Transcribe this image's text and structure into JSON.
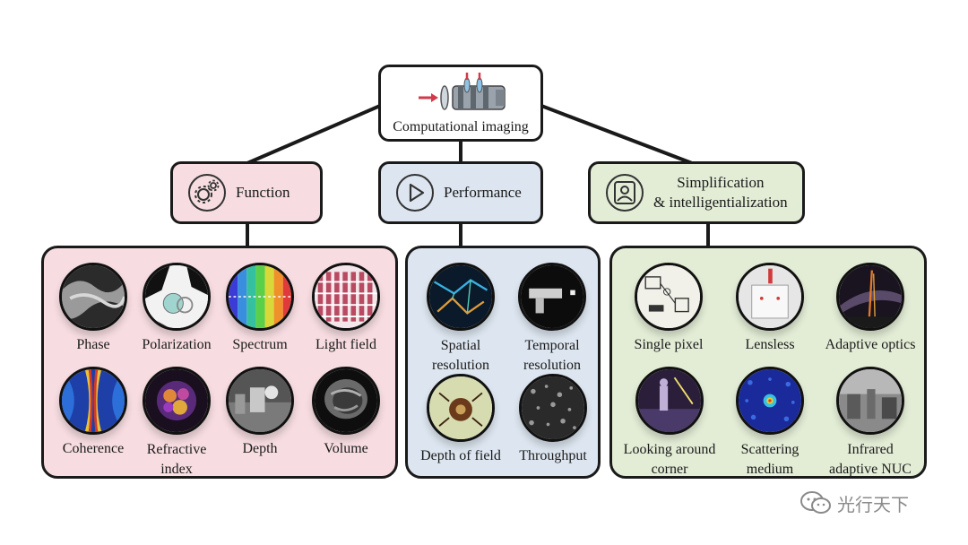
{
  "root": {
    "label": "Computational imaging",
    "icon": "camera-lens-icon"
  },
  "categories": [
    {
      "label": "Function",
      "icon": "gears-icon",
      "bg": "#f7dde1"
    },
    {
      "label": "Performance",
      "icon": "play-icon",
      "bg": "#dde6f0"
    },
    {
      "label_line1": "Simplification",
      "label_line2": "& intelligentialization",
      "icon": "user-icon",
      "bg": "#e3edd6"
    }
  ],
  "function_items": [
    {
      "label": "Phase"
    },
    {
      "label": "Polarization"
    },
    {
      "label": "Spectrum"
    },
    {
      "label": "Light field"
    },
    {
      "label": "Coherence"
    },
    {
      "line1": "Refractive",
      "line2": "index"
    },
    {
      "label": "Depth"
    },
    {
      "label": "Volume"
    }
  ],
  "performance_items": [
    {
      "line1": "Spatial",
      "line2": "resolution"
    },
    {
      "line1": "Temporal",
      "line2": "resolution"
    },
    {
      "label": "Depth of field"
    },
    {
      "label": "Throughput"
    }
  ],
  "simplification_items": [
    {
      "label": "Single pixel"
    },
    {
      "label": "Lensless"
    },
    {
      "label": "Adaptive optics"
    },
    {
      "line1": "Looking around",
      "line2": "corner"
    },
    {
      "line1": "Scattering",
      "line2": "medium"
    },
    {
      "line1": "Infrared",
      "line2": "adaptive NUC"
    }
  ],
  "watermark": {
    "text": "光行天下",
    "icon": "wechat-icon"
  },
  "colors": {
    "function_bg": "#f7dde1",
    "performance_bg": "#dde6f0",
    "simplification_bg": "#e3edd6",
    "border": "#1a1a1a"
  }
}
